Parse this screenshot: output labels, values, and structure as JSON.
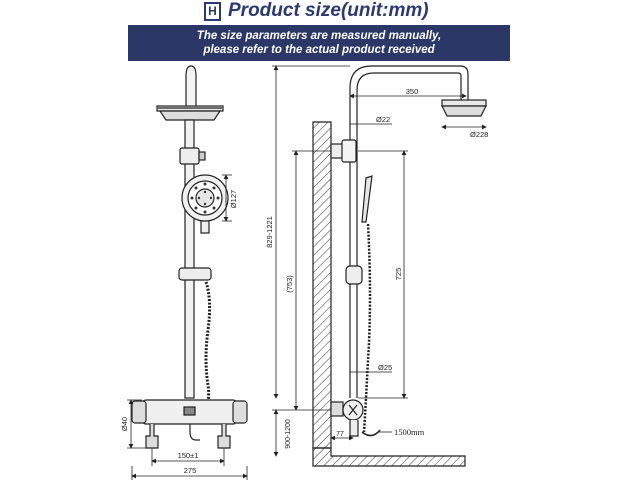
{
  "header": {
    "logo_text": "H",
    "title": "Product size(unit:mm)"
  },
  "banner": {
    "line1": "The size parameters are measured manually,",
    "line2": "please refer to the actual product received"
  },
  "front_view": {
    "dim_hand_shower": "Ø127",
    "dim_body_height": "Ø40",
    "dim_inlet_spacing": "150±1",
    "dim_total_width": "275"
  },
  "side_view": {
    "dim_overhead_arm": "350",
    "dim_pipe_diameter": "Ø22",
    "dim_head_diameter": "Ø228",
    "dim_total_height": "829-1221",
    "dim_bracket_height": "(753)",
    "dim_rail_length": "725",
    "dim_lower_pipe": "Ø25",
    "dim_hose": "1500mm",
    "dim_outlet_offset": "77",
    "dim_install_height": "900-1200"
  }
}
